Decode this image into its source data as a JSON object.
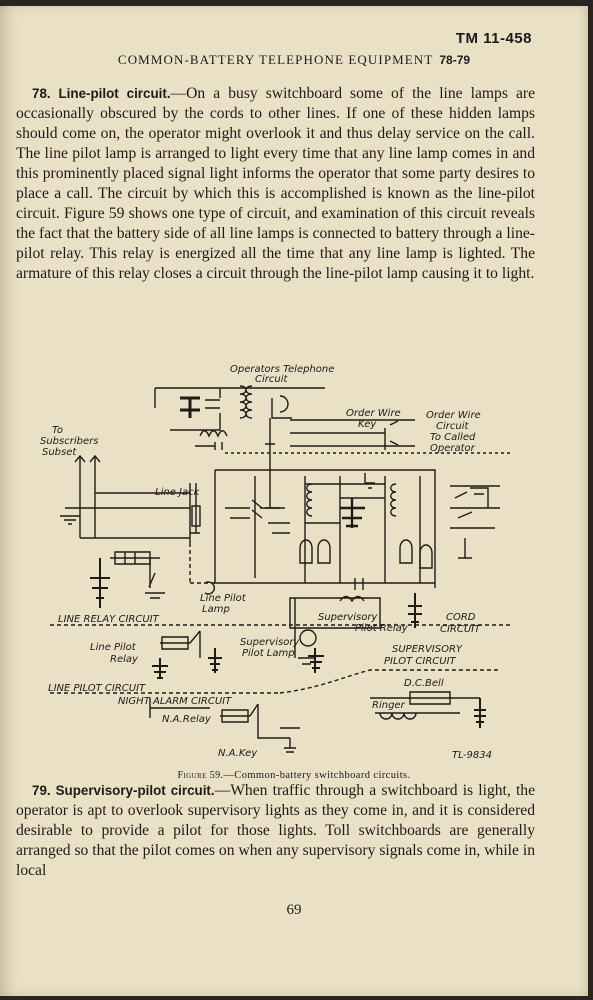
{
  "header": {
    "tm_number": "TM 11-458",
    "running_title": "COMMON-BATTERY TELEPHONE EQUIPMENT",
    "section_range": "78-79"
  },
  "para78": {
    "heading": "78. Line-pilot circuit.",
    "text": "—On a busy switchboard some of the line lamps are occasionally obscured by the cords to other lines. If one of these hidden lamps should come on, the operator might overlook it and thus delay service on the call. The line pilot lamp is arranged to light every time that any line lamp comes in and this prominently placed signal light informs the operator that some party desires to place a call. The circuit by which this is accomplished is known as the line-pilot circuit. Figure 59 shows one type of circuit, and examination of this circuit reveals the fact that the battery side of all line lamps is connected to battery through a line-pilot relay. This relay is energized all the time that any line lamp is lighted. The armature of this relay closes a circuit through the line-pilot lamp causing it to light."
  },
  "figure": {
    "labels": {
      "operators_circuit_1": "Operators Telephone",
      "operators_circuit_2": "Circuit",
      "to_subscribers_1": "To",
      "to_subscribers_2": "Subscribers",
      "to_subscribers_3": "Subset",
      "order_wire_key_1": "Order Wire",
      "order_wire_key_2": "Key",
      "order_wire_circuit_1": "Order Wire",
      "order_wire_circuit_2": "Circuit",
      "order_wire_circuit_3": "To Called",
      "order_wire_circuit_4": "Operator",
      "line_jack": "Line Jack",
      "line_pilot_lamp_1": "Line Pilot",
      "line_pilot_lamp_2": "Lamp",
      "line_relay_circuit": "LINE RELAY CIRCUIT",
      "supervisory_pilot_relay_1": "Supervisory",
      "supervisory_pilot_relay_2": "Pilot Relay",
      "cord_circuit_1": "CORD",
      "cord_circuit_2": "CIRCUIT",
      "line_pilot_relay_1": "Line Pilot",
      "line_pilot_relay_2": "Relay",
      "supervisory_pilot_lamp_1": "Supervisory",
      "supervisory_pilot_lamp_2": "Pilot Lamp",
      "supervisory_pilot_circuit_1": "SUPERVISORY",
      "supervisory_pilot_circuit_2": "PILOT CIRCUIT",
      "line_pilot_circuit": "LINE PILOT CIRCUIT",
      "night_alarm_circuit": "NIGHT ALARM CIRCUIT",
      "dc_bell": "D.C.Bell",
      "na_relay": "N.A.Relay",
      "ringer": "Ringer",
      "na_key": "N.A.Key",
      "tl_number": "TL-9834"
    },
    "caption_label": "Figure 59.",
    "caption_text": "—Common-battery switchboard circuits."
  },
  "para79": {
    "heading": "79. Supervisory-pilot circuit.",
    "text": "—When traffic through a switchboard is light, the operator is apt to overlook supervisory lights as they come in, and it is considered desirable to provide a pilot for those lights. Toll switchboards are generally arranged so that the pilot comes on when any supervisory signals come in, while in local"
  },
  "page_number": "69"
}
